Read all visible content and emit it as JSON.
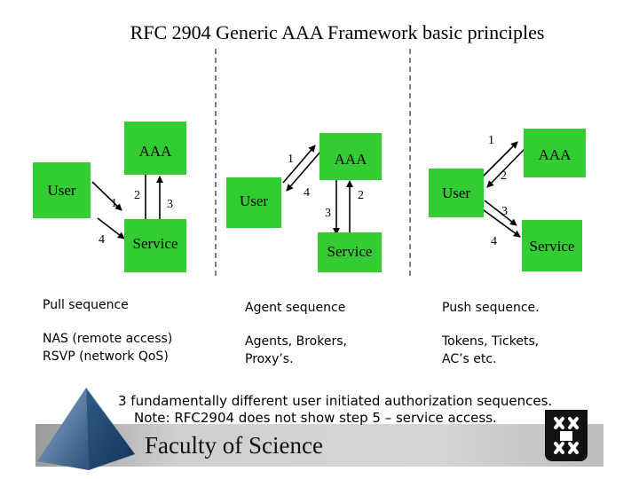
{
  "title": "RFC 2904 Generic AAA Framework basic principles",
  "colors": {
    "box_green": "#33cc33",
    "banner_bg": "#c8c8c8",
    "line": "#000000"
  },
  "pull": {
    "aaa": "AAA",
    "user": "User",
    "service": "Service",
    "n1": "1",
    "n2": "2",
    "n3": "3",
    "n4": "4"
  },
  "agent": {
    "aaa": "AAA",
    "user": "User",
    "service": "Service",
    "n1": "1",
    "n2": "2",
    "n3": "3",
    "n4": "4"
  },
  "push": {
    "aaa": "AAA",
    "user": "User",
    "service": "Service",
    "n1": "1",
    "n2": "2",
    "n3": "3",
    "n4": "4"
  },
  "captions": {
    "pull_title": "Pull sequence",
    "agent_title": "Agent sequence",
    "push_title": "Push sequence.",
    "pull_desc_1": "NAS (remote access)",
    "pull_desc_2": "RSVP (network QoS)",
    "agent_desc_1": "Agents, Brokers,",
    "agent_desc_2": "Proxy’s.",
    "push_desc_1": "Tokens, Tickets,",
    "push_desc_2": "AC’s etc."
  },
  "note": {
    "line1": "3 fundamentally different user initiated authorization sequences.",
    "line2": "Note: RFC2904 does not show step 5 – service access."
  },
  "banner": {
    "text": "Faculty of Science"
  }
}
